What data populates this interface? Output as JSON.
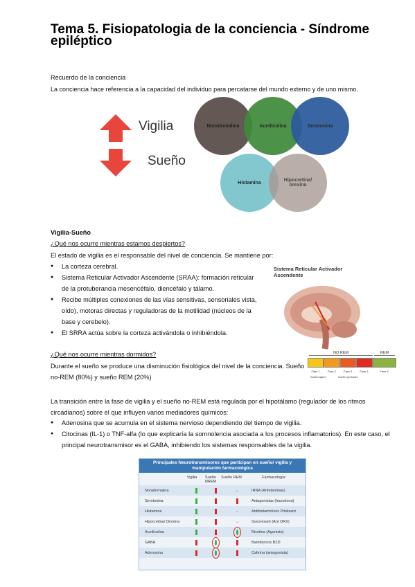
{
  "title": "Tema 5. Fisiopatologia de la conciencia - Síndrome epiléptico",
  "section1": {
    "heading": "Recuerdo de la conciencia",
    "text": "La conciencia hace referencia a la capacidad del individuo para percatarse del mundo externo y de uno mismo."
  },
  "arrows": {
    "up_label": "Vigilia",
    "down_label": "Sueño",
    "up_color": "#e8453c",
    "down_color": "#e8453c"
  },
  "venn": {
    "circles": [
      {
        "label": "Noradrenalina",
        "color": "#5f5350"
      },
      {
        "label": "Acetilcolina",
        "color": "#3f8a3c"
      },
      {
        "label": "Serotonina",
        "color": "#2b5a9c"
      },
      {
        "label": "Histamina",
        "color": "#7cc4cc"
      },
      {
        "label": "Hipocretina/ orexina",
        "color": "#a89a94"
      }
    ]
  },
  "section2": {
    "heading": "Vigilia-Sueño",
    "q1": "¿Qué nos ocurre mientras estamos despiertos?",
    "intro": "El estado de vigilia es el responsable del nivel de conciencia. Se mantiene por:",
    "bullets": [
      "La corteza cerebral.",
      "Sistema Reticular Activador Ascendente (SRAA): formación reticular de la protuberancia mesencéfalo, diencéfalo y tálamo.",
      "Recibe múltiples conexiones de las vías sensitivas, sensoriales vista, oído), motoras directas y reguladoras de la motilidad (núcleos de la base y cerebelo).",
      "El SRRA actúa sobre la corteza activándola o inhibiéndola."
    ],
    "figure_title": "Sistema Reticular Activador Ascendente",
    "q2": "¿Qué nos ocurre mientras dormidos?",
    "sleep_text": "Durante el sueño se produce una disminución fisiológica del nivel de la conciencia. Sueño no-REM (80%) y sueño REM (20%)",
    "stages": {
      "nrem_label": "NO REM",
      "rem_label": "REM",
      "phases": [
        "Fase 1",
        "Fase 2",
        "Fase 3",
        "Fase 4",
        "Fase 5"
      ],
      "phase_colors": [
        "#f5c518",
        "#f29a1f",
        "#ea5b1f",
        "#e02b1f",
        "#8cb33f"
      ],
      "light": "Sueño ligero",
      "deep": "Sueño profundo"
    }
  },
  "section3": {
    "text": "La transición entre la fase de vigilia y el sueño no-REM está regulada por el hipotálamo (regulador de los ritmos circadianos) sobre el que influyen varios mediadores químicos:",
    "bullets": [
      "Adenosina que se acumula en el sistema nervioso dependiendo del tiempo de vigilia.",
      "Citocinas (IL-1) o TNF-alfa (lo que explicaría la somnolencia asociada a los procesos inflamatorios). En este caso, el principal neurotransmisor es el GABA, inhibiendo los sistemas responsables de la vigilia."
    ]
  },
  "table": {
    "title": "Principales Neurotransmisores que participan en sueño/ vigilia y manipulación farmacológica",
    "headers": [
      "",
      "Vigilia",
      "Sueño NREM",
      "Sueño REM",
      "Farmacología"
    ],
    "rows": [
      {
        "name": "Noradrenalina",
        "pharma": "IRNA (Anfetaminas)"
      },
      {
        "name": "Serotonina",
        "pharma": "Antagonistas (trazodona)"
      },
      {
        "name": "Histamina",
        "pharma": "Antihistamínicos Pitolisant"
      },
      {
        "name": "Hipocretina/ Orexina",
        "pharma": "Suvorexant (Ant ORX)"
      },
      {
        "name": "Acetilcolina",
        "pharma": "Nicotina (Agonista)"
      },
      {
        "name": "GABA",
        "pharma": "Barbitúricos BZD"
      },
      {
        "name": "Adenosina",
        "pharma": "Cafeína (antagonista)"
      }
    ],
    "header_color": "#3a78b5"
  }
}
